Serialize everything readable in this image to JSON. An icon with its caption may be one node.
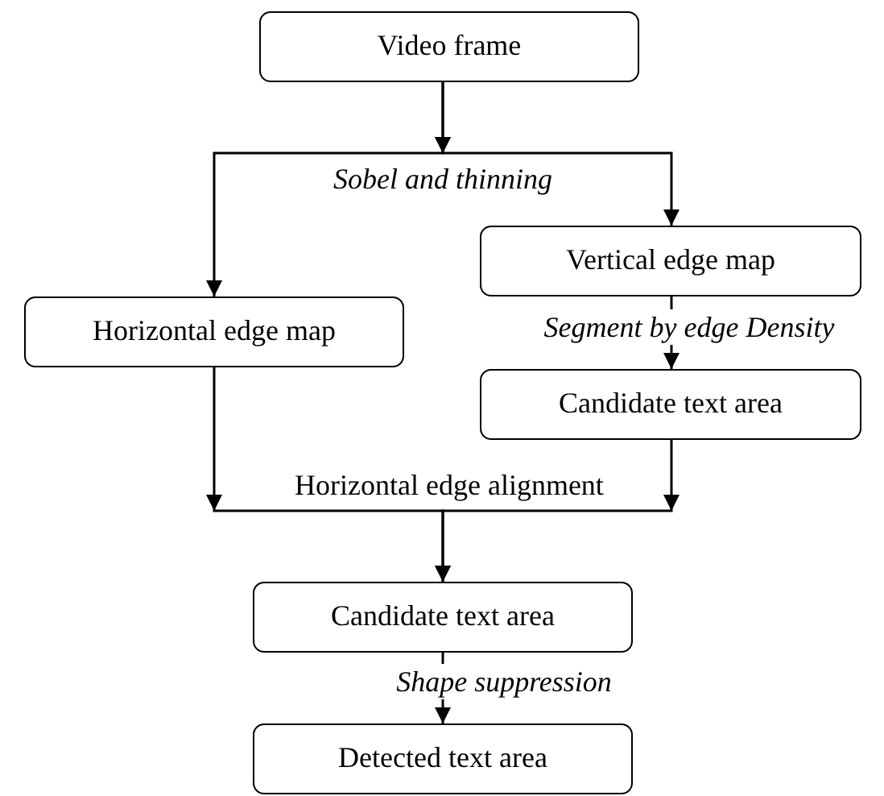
{
  "diagram": {
    "nodes": [
      {
        "text": [
          "Video frame"
        ]
      },
      {
        "text": [
          "Vertical edge map"
        ]
      },
      {
        "text": [
          "Horizontal edge map"
        ]
      },
      {
        "text": [
          "Candidate text area"
        ]
      },
      {
        "text": [
          "Candidate text area"
        ]
      },
      {
        "text": [
          "Detected text area"
        ]
      }
    ],
    "edges": [
      {
        "from": 0,
        "to": 2,
        "arrow": "to"
      },
      {
        "from": 0,
        "to": 1,
        "arrow": "to",
        "label": "Sobel and thinning"
      },
      {
        "from": 1,
        "to": 3,
        "arrow": "to",
        "label": "Segment by edge Density"
      },
      {
        "from": 2,
        "to": 4,
        "arrow": "to"
      },
      {
        "from": 3,
        "to": 4,
        "arrow": "to",
        "label": "Horizontal edge alignment"
      },
      {
        "from": 4,
        "to": 5,
        "arrow": "to",
        "label": "Shape suppression"
      }
    ]
  }
}
